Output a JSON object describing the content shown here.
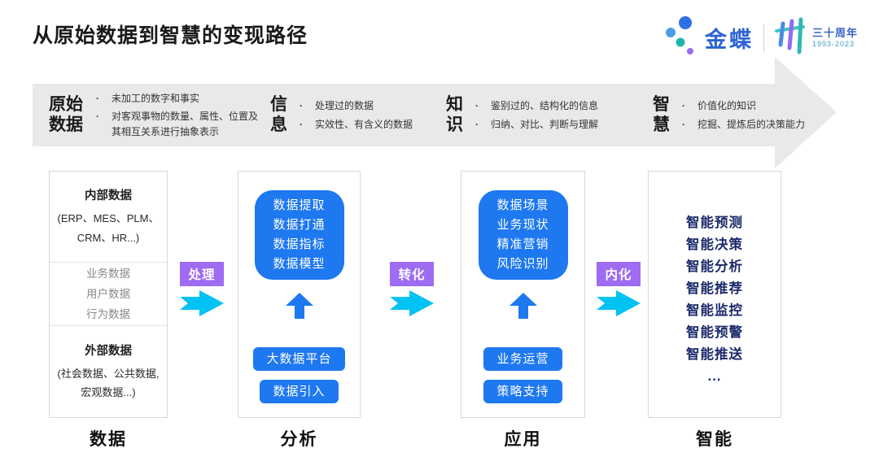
{
  "page": {
    "title": "从原始数据到智慧的变现路径"
  },
  "ui": {
    "bullet_char": "·"
  },
  "colors": {
    "banner_gray": "#e9e9e9",
    "primary_blue": "#1e78f0",
    "navy_text": "#1b2a6b",
    "badge_purple": "#9e6bf2",
    "arrow_cyan": "#00c2f3",
    "logo_blue": "#2c63d4",
    "muted_gray_text": "#8a8a8a"
  },
  "logo": {
    "brand": "金蝶",
    "anniversary": "三十周年",
    "years": "1993-2023"
  },
  "banner": {
    "stages": [
      {
        "label": "原始数据",
        "bullets": [
          "未加工的数字和事实",
          "对客观事物的数量、属性、位置及其相互关系进行抽象表示"
        ]
      },
      {
        "label": "信息",
        "bullets": [
          "处理过的数据",
          "实效性、有含义的数据"
        ]
      },
      {
        "label": "知识",
        "bullets": [
          "鉴别过的、结构化的信息",
          "归纳、对比、判断与理解"
        ]
      },
      {
        "label": "智慧",
        "bullets": [
          "价值化的知识",
          "挖掘、提炼后的决策能力"
        ]
      }
    ]
  },
  "connectors": [
    {
      "label": "处理"
    },
    {
      "label": "转化"
    },
    {
      "label": "内化"
    }
  ],
  "columns": [
    {
      "footer": "数据",
      "sections": [
        {
          "title": "内部数据",
          "subtitle": "(ERP、MES、PLM、CRM、HR...)"
        },
        {
          "items": [
            "业务数据",
            "用户数据",
            "行为数据"
          ]
        },
        {
          "title": "外部数据",
          "subtitle": "(社会数据、公共数据, 宏观数据...)"
        }
      ]
    },
    {
      "footer": "分析",
      "card_lines": [
        "数据提取",
        "数据打通",
        "数据指标",
        "数据模型"
      ],
      "buttons": [
        "大数据平台",
        "数据引入"
      ]
    },
    {
      "footer": "应用",
      "card_lines": [
        "数据场景",
        "业务现状",
        "精准营销",
        "风险识别"
      ],
      "buttons": [
        "业务运营",
        "策略支持"
      ]
    },
    {
      "footer": "智能",
      "items": [
        "智能预测",
        "智能决策",
        "智能分析",
        "智能推荐",
        "智能监控",
        "智能预警",
        "智能推送",
        "..."
      ]
    }
  ]
}
